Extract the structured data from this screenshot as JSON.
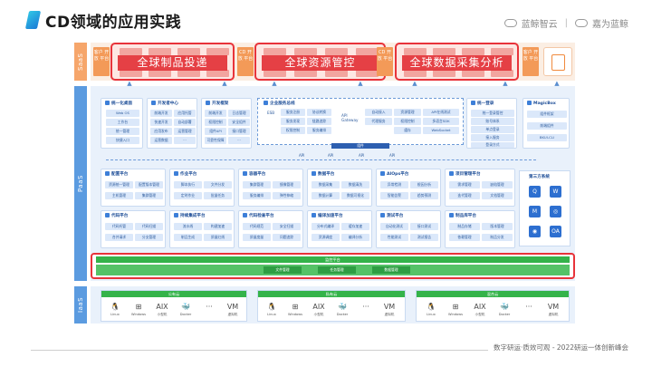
{
  "header": {
    "title": "CD领域的应用实践",
    "logo_left": "蓝鲸智云",
    "logo_right": "嘉为蓝鲸"
  },
  "layers": {
    "saas": "SaaS",
    "paas": "PaaS",
    "iaas": "IaaS"
  },
  "saas": {
    "labels": [
      "客户\n开放\n平台",
      "CD\n开放\n平台",
      "CD\n开放\n平台",
      "客户\n开放\n平台"
    ],
    "banners": [
      "全球制品投递",
      "全球资源管控",
      "全球数据采集分析"
    ]
  },
  "paas": {
    "top_cards": [
      {
        "title": "统一化桌面",
        "items": [
          "Web OS",
          "工作台",
          "统一管理",
          "快捷入口"
        ]
      },
      {
        "title": "开发者中心",
        "items": [
          "前端开发",
          "应用托管",
          "快速开发",
          "自动部署",
          "应用发布",
          "运营管理",
          "运营数据",
          "···"
        ]
      },
      {
        "title": "开发框架",
        "items": [
          "前端开发",
          "日志管理",
          "权限控制",
          "安全组件",
          "组件API",
          "接口管理",
          "可靠性保障",
          "···"
        ]
      },
      {
        "title": "统一登录",
        "items": [
          "统一登录管控",
          "账号体系",
          "单点登录",
          "接入服务",
          "登录方式",
          "安全"
        ]
      },
      {
        "title": "MagicBox",
        "items": [
          "组件框架",
          "前端组件",
          "BKUI-CLI"
        ]
      }
    ],
    "gateway": {
      "title": "企业服务总线",
      "esb": "ESB",
      "api_gateway": "API\nGateway",
      "esb_items": [
        "服务注册",
        "协议转换",
        "服务发现",
        "链路追踪",
        "权限控制",
        "服务编排"
      ],
      "gw_items": [
        "自动接入",
        "资源管理",
        "API在线测试",
        "代理服务",
        "权限控制",
        "多语言SDK",
        "缓存",
        "WebSocket"
      ],
      "bar": "组件",
      "api_labels": [
        "API",
        "API",
        "API",
        "API"
      ]
    },
    "row1": [
      {
        "title": "配置平台",
        "items": [
          "资源统一管理",
          "配置版本管理",
          "主机管理",
          "集群管理"
        ]
      },
      {
        "title": "作业平台",
        "items": [
          "脚本执行",
          "文件分发",
          "定时作业",
          "批量任务"
        ]
      },
      {
        "title": "容器平台",
        "items": [
          "集群管理",
          "镜像管理",
          "服务编排",
          "弹性伸缩"
        ]
      },
      {
        "title": "数据平台",
        "items": [
          "数据采集",
          "数据清洗",
          "数据计算",
          "数据可视化"
        ]
      },
      {
        "title": "AIOps平台",
        "items": [
          "异常检测",
          "根因分析",
          "智能告警",
          "趋势预测"
        ]
      },
      {
        "title": "项目管理平台",
        "items": [
          "需求管理",
          "缺陷管理",
          "迭代管理",
          "文档管理"
        ]
      }
    ],
    "row2": [
      {
        "title": "代码平台",
        "items": [
          "代码托管",
          "代码扫描",
          "合并请求",
          "分支管理"
        ]
      },
      {
        "title": "持续集成平台",
        "items": [
          "流水线",
          "构建加速",
          "制品生成",
          "质量红线"
        ]
      },
      {
        "title": "代码检查平台",
        "items": [
          "代码规范",
          "安全扫描",
          "质量度量",
          "问题追踪"
        ]
      },
      {
        "title": "编译加速平台",
        "items": [
          "分布式编译",
          "缓存加速",
          "资源调度",
          "编译分析"
        ]
      },
      {
        "title": "测试平台",
        "items": [
          "自动化测试",
          "接口测试",
          "性能测试",
          "测试报告"
        ]
      },
      {
        "title": "制品库平台",
        "items": [
          "制品存储",
          "版本管理",
          "依赖管理",
          "制品分发"
        ]
      }
    ],
    "third_party": {
      "title": "第三方系统",
      "icons": [
        "Q",
        "W",
        "M",
        "◎",
        "◉",
        "OA"
      ]
    },
    "monitor": {
      "title": "监控平台",
      "chips": [
        "文件管理",
        "任务管理",
        "数据管理"
      ]
    }
  },
  "iaas": {
    "clouds": [
      {
        "title": "公有云",
        "os": [
          {
            "glyph": "🐧",
            "name": "Linux"
          },
          {
            "glyph": "⊞",
            "name": "Windows"
          },
          {
            "glyph": "AIX",
            "name": "小型机"
          },
          {
            "glyph": "🐳",
            "name": "Docker"
          },
          {
            "glyph": "···",
            "name": ""
          },
          {
            "glyph": "VM",
            "name": "虚拟机"
          }
        ]
      },
      {
        "title": "私有云",
        "os": [
          {
            "glyph": "🐧",
            "name": "Linux"
          },
          {
            "glyph": "⊞",
            "name": "Windows"
          },
          {
            "glyph": "AIX",
            "name": "小型机"
          },
          {
            "glyph": "🐳",
            "name": "Docker"
          },
          {
            "glyph": "···",
            "name": ""
          },
          {
            "glyph": "VM",
            "name": "虚拟机"
          }
        ]
      },
      {
        "title": "混合云",
        "os": [
          {
            "glyph": "🐧",
            "name": "Linux"
          },
          {
            "glyph": "⊞",
            "name": "Windows"
          },
          {
            "glyph": "AIX",
            "name": "小型机"
          },
          {
            "glyph": "🐳",
            "name": "Docker"
          },
          {
            "glyph": "···",
            "name": ""
          },
          {
            "glyph": "VM",
            "name": "虚拟机"
          }
        ]
      }
    ]
  },
  "footer": "数字研运·质效可观 - 2022研运一体创新峰会"
}
